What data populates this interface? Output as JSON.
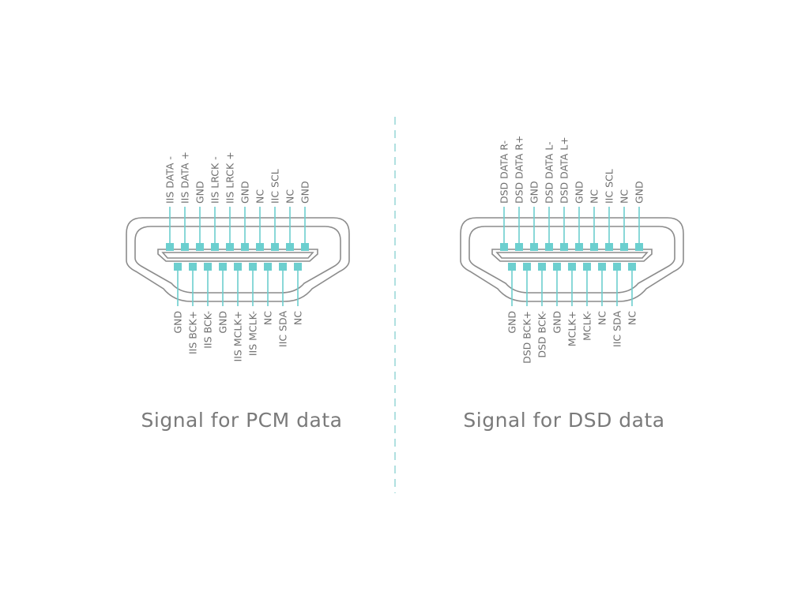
{
  "colors": {
    "accent": "#6ccfcf",
    "outline": "#8c8c8c",
    "text": "#6f6f6f",
    "divider": "#8fd3d3"
  },
  "connectors": [
    {
      "id": "pcm",
      "caption": "Signal for PCM data",
      "top_pins": [
        "IIS DATA -",
        "IIS DATA +",
        "GND",
        "IIS LRCK -",
        "IIS LRCK +",
        "GND",
        "NC",
        "IIC SCL",
        "NC",
        "GND"
      ],
      "bottom_pins": [
        "GND",
        "IIS BCK+",
        "IIS BCK-",
        "GND",
        "IIS MCLK+",
        "IIS MCLK-",
        "NC",
        "IIC SDA",
        "NC"
      ]
    },
    {
      "id": "dsd",
      "caption": "Signal for DSD data",
      "top_pins": [
        "DSD DATA R-",
        "DSD DATA R+",
        "GND",
        "DSD DATA L-",
        "DSD DATA L+",
        "GND",
        "NC",
        "IIC SCL",
        "NC",
        "GND"
      ],
      "bottom_pins": [
        "GND",
        "DSD BCK+",
        "DSD BCK-",
        "GND",
        "MCLK+",
        "MCLK-",
        "NC",
        "IIC SDA",
        "NC"
      ]
    }
  ]
}
